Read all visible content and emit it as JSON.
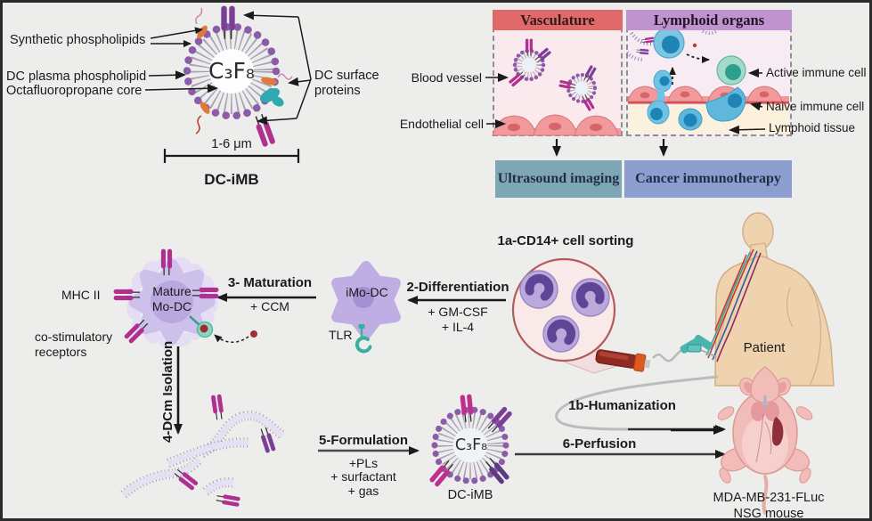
{
  "schematic": {
    "core_formula": "C₃F₈",
    "synthetic_phospholipids": "Synthetic phospholipids",
    "dc_plasma_phospholipid": "DC plasma phospholipid",
    "octafluoropropane_core": "Octafluoropropane core",
    "dc_surface_proteins": "DC surface proteins",
    "size_range": "1-6 μm",
    "name": "DC-iMB"
  },
  "applications": {
    "vasculature": {
      "title": "Vasculature",
      "outcome": "Ultrasound imaging",
      "blood_vessel": "Blood vessel",
      "endothelial_cell": "Endothelial cell"
    },
    "lymphoid": {
      "title": "Lymphoid organs",
      "outcome": "Cancer immunotherapy",
      "active_immune_cell": "Active immune cell",
      "naive_immune_cell": "Naive immune cell",
      "lymphoid_tissue": "Lymphoid tissue"
    }
  },
  "workflow": {
    "step_1a": "1a-CD14+ cell sorting",
    "step_1b": "1b-Humanization",
    "step_2": "2-Differentiation",
    "step_2_reagent_1": "+ GM-CSF",
    "step_2_reagent_2": "+ IL-4",
    "imo_dc": "iMo-DC",
    "tlr": "TLR",
    "step_3": "3- Maturation",
    "step_3_reagent": "+ CCM",
    "mature_cell": "Mature Mo-DC",
    "mhc_ii": "MHC II",
    "co_stimulatory": "co-stimulatory receptors",
    "step_4": "4-DCm Isolation",
    "step_5": "5-Formulation",
    "step_5_reagent_1": "+PLs",
    "step_5_reagent_2": "+ surfactant",
    "step_5_reagent_3": "+ gas",
    "product_core": "C₃F₈",
    "product_name": "DC-iMB",
    "step_6": "6-Perfusion",
    "patient": "Patient",
    "mouse_model": "MDA-MB-231-FLuc NSG mouse"
  },
  "colors": {
    "vasculature_banner": "#E06A6A",
    "lymphoid_banner": "#BF93CE",
    "ultrasound_box": "#7EA7B5",
    "immunotherapy_box": "#8C9ED0",
    "lipid_head_purple": "#8B5CA8",
    "receptor_magenta": "#B03090",
    "receptor_purple": "#7B3F98",
    "protein_teal": "#2FA9B0",
    "cell_blue": "#6FC3E4",
    "cell_green": "#A5DAC6"
  }
}
